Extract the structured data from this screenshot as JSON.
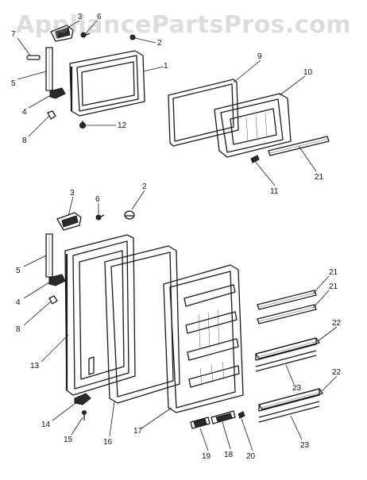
{
  "watermark": "AppliancePartsPros.com",
  "colors": {
    "line": "#1a1a1a",
    "watermark": "#969696",
    "background": "#ffffff"
  },
  "callouts": {
    "c1": "1",
    "c2a": "2",
    "c2b": "2",
    "c3a": "3",
    "c3b": "3",
    "c4a": "4",
    "c4b": "4",
    "c5a": "5",
    "c5b": "5",
    "c6a": "6",
    "c6b": "6",
    "c7": "7",
    "c8a": "8",
    "c8b": "8",
    "c9": "9",
    "c10": "10",
    "c11": "11",
    "c12": "12",
    "c13": "13",
    "c14": "14",
    "c15": "15",
    "c16": "16",
    "c17": "17",
    "c18": "18",
    "c19": "19",
    "c20": "20",
    "c21a": "21",
    "c21b": "21",
    "c21c": "21",
    "c22a": "22",
    "c22b": "22",
    "c23a": "23",
    "c23b": "23"
  }
}
